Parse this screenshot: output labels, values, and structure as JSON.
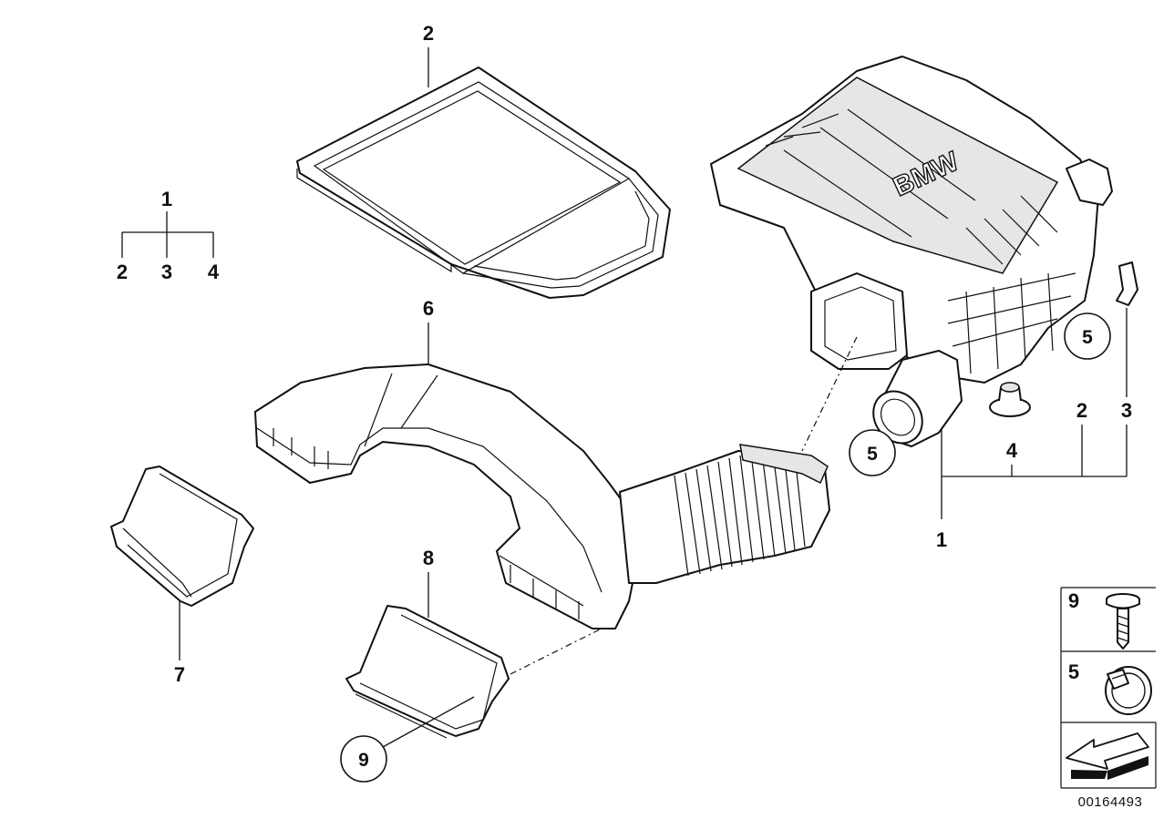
{
  "diagram": {
    "image_id": "00164493",
    "logo_text": "BMW",
    "legend_tree": {
      "top": "1",
      "children": [
        "2",
        "3",
        "4"
      ]
    },
    "callouts": {
      "filter_element": "2",
      "duct_main": "6",
      "duct_left": "7",
      "duct_bottom": "8",
      "clip_right": "3",
      "box_tree_1": "1",
      "box_tree_2": "2",
      "box_tree_3": "3",
      "box_tree_4": "4"
    },
    "circled": {
      "clamp_top": "5",
      "clamp_mid": "5",
      "screw_bottom": "9"
    },
    "hardware_panel": {
      "screw": "9",
      "clamp": "5"
    }
  }
}
